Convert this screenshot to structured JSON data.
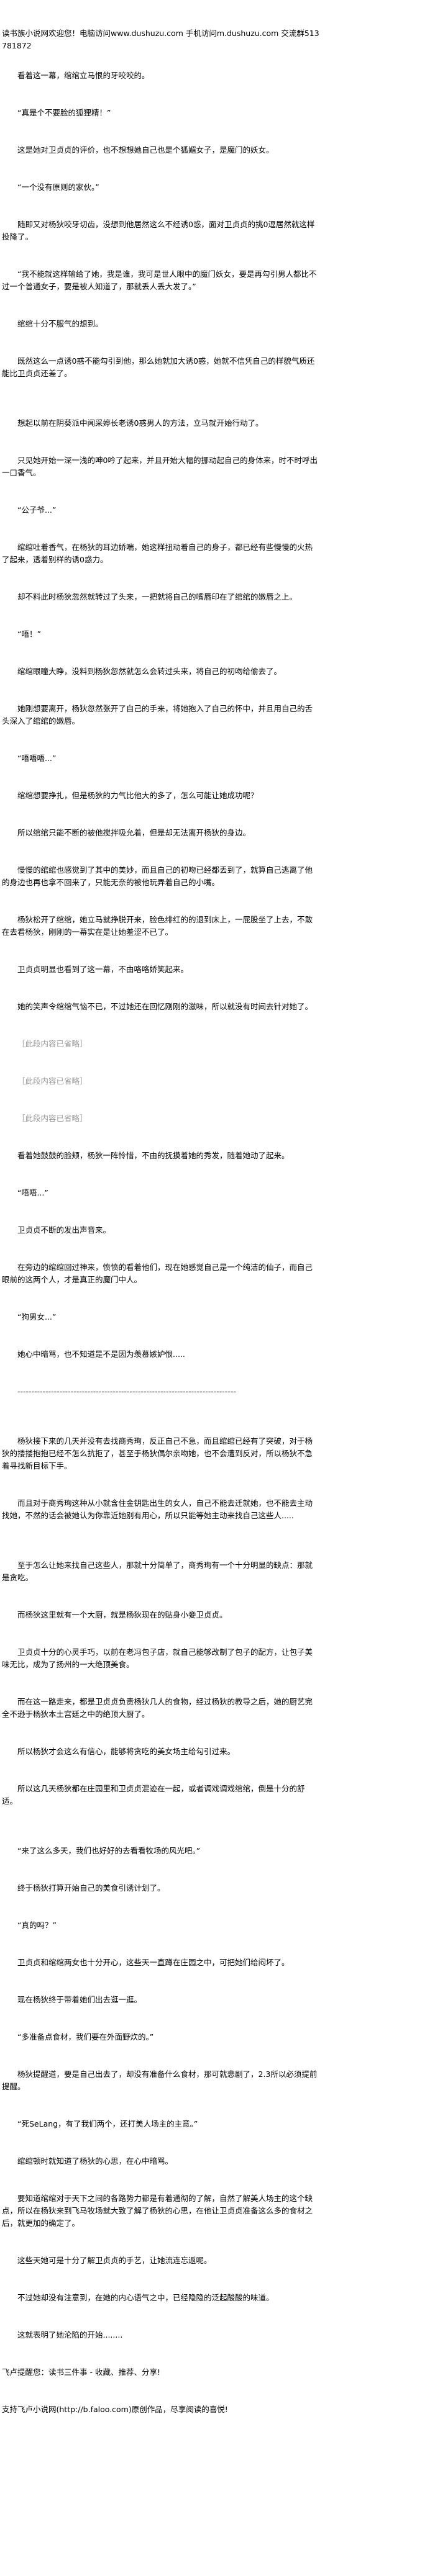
{
  "header": "读书族小说网欢迎您！电脑访问www.dushuzu.com 手机访问m.dushuzu.com 交流群513781872",
  "paragraphs": [
    {
      "text": "看着这一幕，绾绾立马恨的牙咬咬的。",
      "indent": true
    },
    {
      "text": "“真是个不要脸的狐狸精！”",
      "indent": true
    },
    {
      "text": "这是她对卫贞贞的评价，也不想想她自己也是个狐媚女子，是魔门的妖女。",
      "indent": true
    },
    {
      "text": "“一个没有原则的家伙。”",
      "indent": true
    },
    {
      "text": "随即又对杨狄咬牙切齿，没想到他居然这么不经诱0惑，面对卫贞贞的挑0逗居然就这样投降了。",
      "indent": true
    },
    {
      "text": "“我不能就这样输给了她，我是谁，我可是世人眼中的魔门妖女，要是再勾引男人都比不过一个普通女子，要是被人知道了，那就丢人丢大发了。”",
      "indent": true
    },
    {
      "text": "绾绾十分不服气的想到。",
      "indent": true
    },
    {
      "text": "既然这么一点诱0惑不能勾引到他，那么她就加大诱0惑，她就不信凭自己的样貌气质还能比卫贞贞还差了。",
      "indent": true,
      "extra": true
    },
    {
      "text": "想起以前在阴葵派中闻采婷长老诱0惑男人的方法，立马就开始行动了。",
      "indent": true
    },
    {
      "text": "只见她开始一深一浅的呻0吟了起来，并且开始大幅的挪动起自己的身体来，时不时呼出一口香气。",
      "indent": true
    },
    {
      "text": "“公子爷...”",
      "indent": true
    },
    {
      "text": "绾绾吐着香气，在杨狄的耳边娇喘，她这样扭动着自己的身子，都已经有些慢慢的火热了起来，透着别样的诱0惑力。",
      "indent": true
    },
    {
      "text": "却不料此时杨狄忽然就转过了头来，一把就将自己的嘴唇印在了绾绾的嫩唇之上。",
      "indent": true
    },
    {
      "text": "“唔！”",
      "indent": true
    },
    {
      "text": "绾绾眼瞳大睁，没料到杨狄忽然就怎么会转过头来，将自己的初吻给偷去了。",
      "indent": true
    },
    {
      "text": "她刚想要离开，杨狄忽然张开了自己的手来，将她抱入了自己的怀中，并且用自己的舌头深入了绾绾的嫩唇。",
      "indent": true
    },
    {
      "text": "“唔唔唔...”",
      "indent": true
    },
    {
      "text": "绾绾想要挣扎，但是杨狄的力气比他大的多了，怎么可能让她成功呢？",
      "indent": true
    },
    {
      "text": "所以绾绾只能不断的被他搅拌吸允着，但是却无法离开杨狄的身边。",
      "indent": true
    },
    {
      "text": "慢慢的绾绾也感觉到了其中的美妙，而且自己的初吻已经都丢到了，就算自己逃离了他的身边也再也拿不回来了，只能无奈的被他玩弄着自己的小嘴。",
      "indent": true
    },
    {
      "text": "杨狄松开了绾绾，她立马就挣脱开来，脸色绯红的的退到床上，一屁股坐了上去，不敢在去看杨狄，刚刚的一幕实在是让她羞涩不已了。",
      "indent": true
    },
    {
      "text": "卫贞贞明显也看到了这一幕，不由咯咯娇笑起来。",
      "indent": true
    },
    {
      "text": "她的笑声令绾绾气恼不已，不过她还在回忆刚刚的滋味，所以就没有时间去针对她了。",
      "indent": true
    },
    {
      "text": "［此段内容已省略］",
      "indent": true,
      "omitted": true
    },
    {
      "text": "［此段内容已省略］",
      "indent": true,
      "omitted": true
    },
    {
      "text": "［此段内容已省略］",
      "indent": true,
      "omitted": true
    },
    {
      "text": "看着她鼓鼓的脸颊，杨狄一阵怜惜，不由的抚摸着她的秀发，随着她动了起来。",
      "indent": true
    },
    {
      "text": "“唔唔...”",
      "indent": true
    },
    {
      "text": "卫贞贞不断的发出声音来。",
      "indent": true
    },
    {
      "text": "在旁边的绾绾回过神来，愤愤的看着他们，现在她感觉自己是一个纯洁的仙子，而自己眼前的这两个人，才是真正的魔门中人。",
      "indent": true
    },
    {
      "text": "“狗男女...”",
      "indent": true
    },
    {
      "text": "她心中暗骂，也不知道是不是因为羡慕嫉妒恨.....",
      "indent": true
    },
    {
      "text": "------------------------------------------------------------------------------",
      "indent": true,
      "sep": true,
      "extra": true
    },
    {
      "text": "杨狄接下来的几天并没有去找商秀珣，反正自己不急，而且绾绾已经有了突破，对于杨狄的搂搂抱抱已经不怎么抗拒了，甚至于杨狄偶尔亲吻她，也不会遭到反对，所以杨狄不急着寻找新目标下手。",
      "indent": true
    },
    {
      "text": "而且对于商秀珣这种从小就含住金钥匙出生的女人，自己不能去迁就她，也不能去主动找她，不然的话会被她认为你靠近她别有用心，所以只能等她主动来找自己这些人.....",
      "indent": true,
      "extra": true
    },
    {
      "text": "至于怎么让她来找自己这些人，那就十分简单了，商秀珣有一个十分明显的缺点：那就是贪吃。",
      "indent": true
    },
    {
      "text": "而杨狄这里就有一个大厨，就是杨狄现在的贴身小妾卫贞贞。",
      "indent": true
    },
    {
      "text": "卫贞贞十分的心灵手巧，以前在老冯包子店，就自己能够改制了包子的配方，让包子美味无比，成为了扬州的一大绝顶美食。",
      "indent": true
    },
    {
      "text": "而在这一路走来，都是卫贞贞负责杨狄几人的食物，经过杨狄的教导之后，她的厨艺完全不逊于杨狄本土宫廷之中的绝顶大厨了。",
      "indent": true
    },
    {
      "text": "所以杨狄才会这么有信心，能够将贪吃的美女场主给勾引过来。",
      "indent": true
    },
    {
      "text": "所以这几天杨狄都在庄园里和卫贞贞混迹在一起，或者调戏调戏绾绾，倒是十分的舒适。",
      "indent": true,
      "extra": true
    },
    {
      "text": "“来了这么多天，我们也好好的去看看牧场的风光吧。”",
      "indent": true
    },
    {
      "text": "终于杨狄打算开始自己的美食引诱计划了。",
      "indent": true
    },
    {
      "text": "“真的吗？”",
      "indent": true
    },
    {
      "text": "卫贞贞和绾绾两女也十分开心，这些天一直蹲在庄园之中，可把她们给闷坏了。",
      "indent": true
    },
    {
      "text": "现在杨狄终于带着她们出去逛一逛。",
      "indent": true
    },
    {
      "text": "“多准备点食材，我们要在外面野炊的。”",
      "indent": true
    },
    {
      "text": "杨狄提醒道，要是自己出去了，却没有准备什么食材，那可就悲剧了，2.3所以必须提前提醒。",
      "indent": true
    },
    {
      "text": "“死SeLang，有了我们两个，还打美人场主的主意。”",
      "indent": true
    },
    {
      "text": "绾绾顿时就知道了杨狄的心思，在心中暗骂。",
      "indent": true
    },
    {
      "text": "要知道绾绾对于天下之间的各路势力都是有着通彻的了解，自然了解美人场主的这个缺点，所以在杨狄来到飞马牧场就大致了解了杨狄的心思，在他让卫贞贞准备这么多的食材之后，就更加的确定了。",
      "indent": true
    },
    {
      "text": "这些天她可是十分了解卫贞贞的手艺，让她流连忘返呢。",
      "indent": true
    },
    {
      "text": "不过她却没有注意到，在她的内心语气之中，已经隐隐的泛起酸酸的味道。",
      "indent": true
    },
    {
      "text": "这就表明了她沦陷的开始........",
      "indent": true
    }
  ],
  "footer": {
    "reminder": "飞卢提醒您：读书三件事 - 收藏、推荐、分享!",
    "support": "支持飞卢小说网(http://b.faloo.com)原创作品，尽享阅读的喜悦!"
  }
}
